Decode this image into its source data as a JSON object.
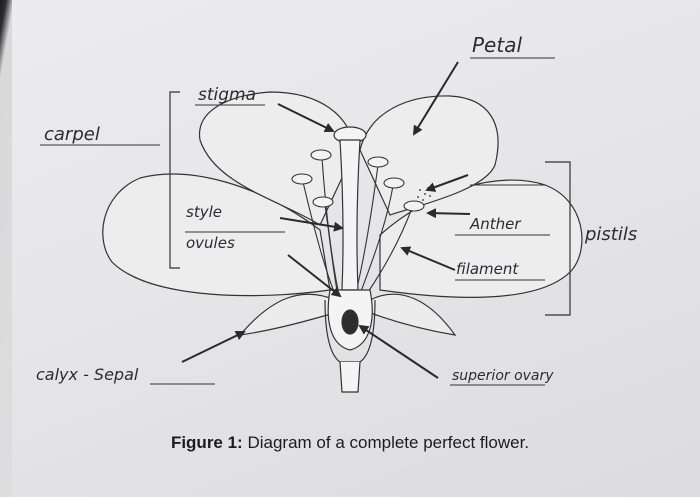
{
  "labels": {
    "petal": "Petal",
    "stigma": "stigma",
    "carpel": "carpel",
    "style": "style",
    "ovules": "ovules",
    "anther": "Anther",
    "filament": "filament",
    "pistils": "pistils",
    "calyx_sepal": "calyx - Sepal",
    "superior_ovary": "superior ovary"
  },
  "caption": {
    "figure_label": "Figure 1:",
    "text": "Diagram of a complete perfect flower."
  }
}
